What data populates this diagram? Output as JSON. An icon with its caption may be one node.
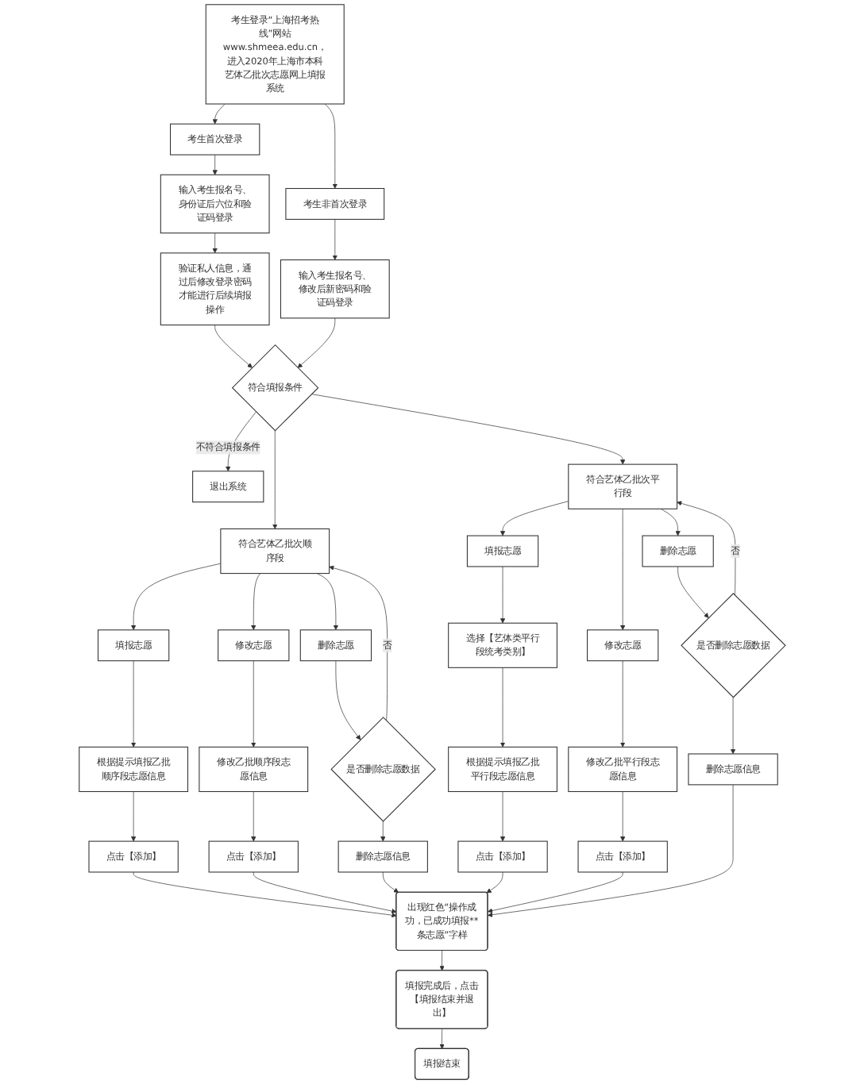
{
  "diagram": {
    "nodes": [
      {
        "text": [
          "考生登录“上海招考热线”网站www.shmeea.edu.cn，进入2020年上海市本科艺体乙批次志愿网上填报系统"
        ]
      },
      {
        "text": [
          "考生首次登录"
        ]
      },
      {
        "text": [
          "考生非首次登录"
        ]
      },
      {
        "text": [
          "输入考生报名号、身份证后六位和验证码登录"
        ]
      },
      {
        "text": [
          "验证私人信息，通过后修改登录密码才能进行后续填报操作"
        ]
      },
      {
        "text": [
          "输入考生报名号、修改后新密码和验证码登录"
        ]
      },
      {
        "text": [
          "符合填报条件"
        ]
      },
      {
        "text": [
          "退出系统"
        ]
      },
      {
        "text": [
          "符合艺体乙批次顺序段"
        ]
      },
      {
        "text": [
          "填报志愿"
        ]
      },
      {
        "text": [
          "修改志愿"
        ]
      },
      {
        "text": [
          "删除志愿"
        ]
      },
      {
        "text": [
          "根据提示填报乙批顺序段志愿信息"
        ]
      },
      {
        "text": [
          "修改乙批顺序段志愿信息"
        ]
      },
      {
        "text": [
          "是否删除志愿数据"
        ]
      },
      {
        "text": [
          "点击【添加】"
        ]
      },
      {
        "text": [
          "点击【添加】"
        ]
      },
      {
        "text": [
          "删除志愿信息"
        ]
      },
      {
        "text": [
          "符合艺体乙批次平行段"
        ]
      },
      {
        "text": [
          "填报志愿"
        ]
      },
      {
        "text": [
          "修改志愿"
        ]
      },
      {
        "text": [
          "删除志愿"
        ]
      },
      {
        "text": [
          "选择【艺体类平行段统考类别】"
        ]
      },
      {
        "text": [
          "修改乙批平行段志愿信息"
        ]
      },
      {
        "text": [
          "是否删除志愿数据"
        ]
      },
      {
        "text": [
          "根据提示填报乙批平行段志愿信息"
        ]
      },
      {
        "text": [
          "点击【添加】"
        ]
      },
      {
        "text": [
          "删除志愿信息"
        ]
      },
      {
        "text": [
          "点击【添加】"
        ]
      },
      {
        "text": [
          "出现红色“操作成功，已成功填报**条志愿”字样"
        ]
      },
      {
        "text": [
          "填报完成后，点击【填报结束并退出】"
        ]
      },
      {
        "text": [
          "填报结束"
        ]
      }
    ],
    "edges": [
      {
        "from": 0,
        "to": 1,
        "arrow": "to"
      },
      {
        "from": 0,
        "to": 2,
        "arrow": "to"
      },
      {
        "from": 1,
        "to": 3,
        "arrow": "to"
      },
      {
        "from": 2,
        "to": 5,
        "arrow": "to"
      },
      {
        "from": 3,
        "to": 4,
        "arrow": "to"
      },
      {
        "from": 4,
        "to": 6,
        "arrow": "to"
      },
      {
        "from": 5,
        "to": 6,
        "arrow": "to"
      },
      {
        "from": 6,
        "to": 7,
        "arrow": "to",
        "label": "不符合填报条件"
      },
      {
        "from": 6,
        "to": 8,
        "arrow": "to"
      },
      {
        "from": 6,
        "to": 18,
        "arrow": "to"
      },
      {
        "from": 8,
        "to": 9,
        "arrow": "to"
      },
      {
        "from": 8,
        "to": 10,
        "arrow": "to"
      },
      {
        "from": 8,
        "to": 11,
        "arrow": "to"
      },
      {
        "from": 9,
        "to": 12,
        "arrow": "to"
      },
      {
        "from": 10,
        "to": 13,
        "arrow": "to"
      },
      {
        "from": 11,
        "to": 14,
        "arrow": "to"
      },
      {
        "from": 12,
        "to": 15,
        "arrow": "to"
      },
      {
        "from": 13,
        "to": 16,
        "arrow": "to"
      },
      {
        "from": 14,
        "to": 17,
        "arrow": "to"
      },
      {
        "from": 14,
        "to": 8,
        "arrow": "to",
        "label": "否"
      },
      {
        "from": 18,
        "to": 19,
        "arrow": "to"
      },
      {
        "from": 18,
        "to": 20,
        "arrow": "to"
      },
      {
        "from": 18,
        "to": 21,
        "arrow": "to"
      },
      {
        "from": 19,
        "to": 22,
        "arrow": "to"
      },
      {
        "from": 20,
        "to": 23,
        "arrow": "to"
      },
      {
        "from": 21,
        "to": 24,
        "arrow": "to"
      },
      {
        "from": 22,
        "to": 25,
        "arrow": "to"
      },
      {
        "from": 23,
        "to": 26,
        "arrow": "to"
      },
      {
        "from": 24,
        "to": 27,
        "arrow": "to"
      },
      {
        "from": 24,
        "to": 18,
        "arrow": "to",
        "label": "否"
      },
      {
        "from": 25,
        "to": 28,
        "arrow": "to"
      },
      {
        "from": 15,
        "to": 29,
        "arrow": "to"
      },
      {
        "from": 16,
        "to": 29,
        "arrow": "to"
      },
      {
        "from": 17,
        "to": 29,
        "arrow": "to"
      },
      {
        "from": 28,
        "to": 29,
        "arrow": "to"
      },
      {
        "from": 26,
        "to": 29,
        "arrow": "to"
      },
      {
        "from": 27,
        "to": 29,
        "arrow": "to"
      },
      {
        "from": 29,
        "to": 30,
        "arrow": "to"
      },
      {
        "from": 30,
        "to": 31,
        "arrow": "to"
      }
    ]
  }
}
